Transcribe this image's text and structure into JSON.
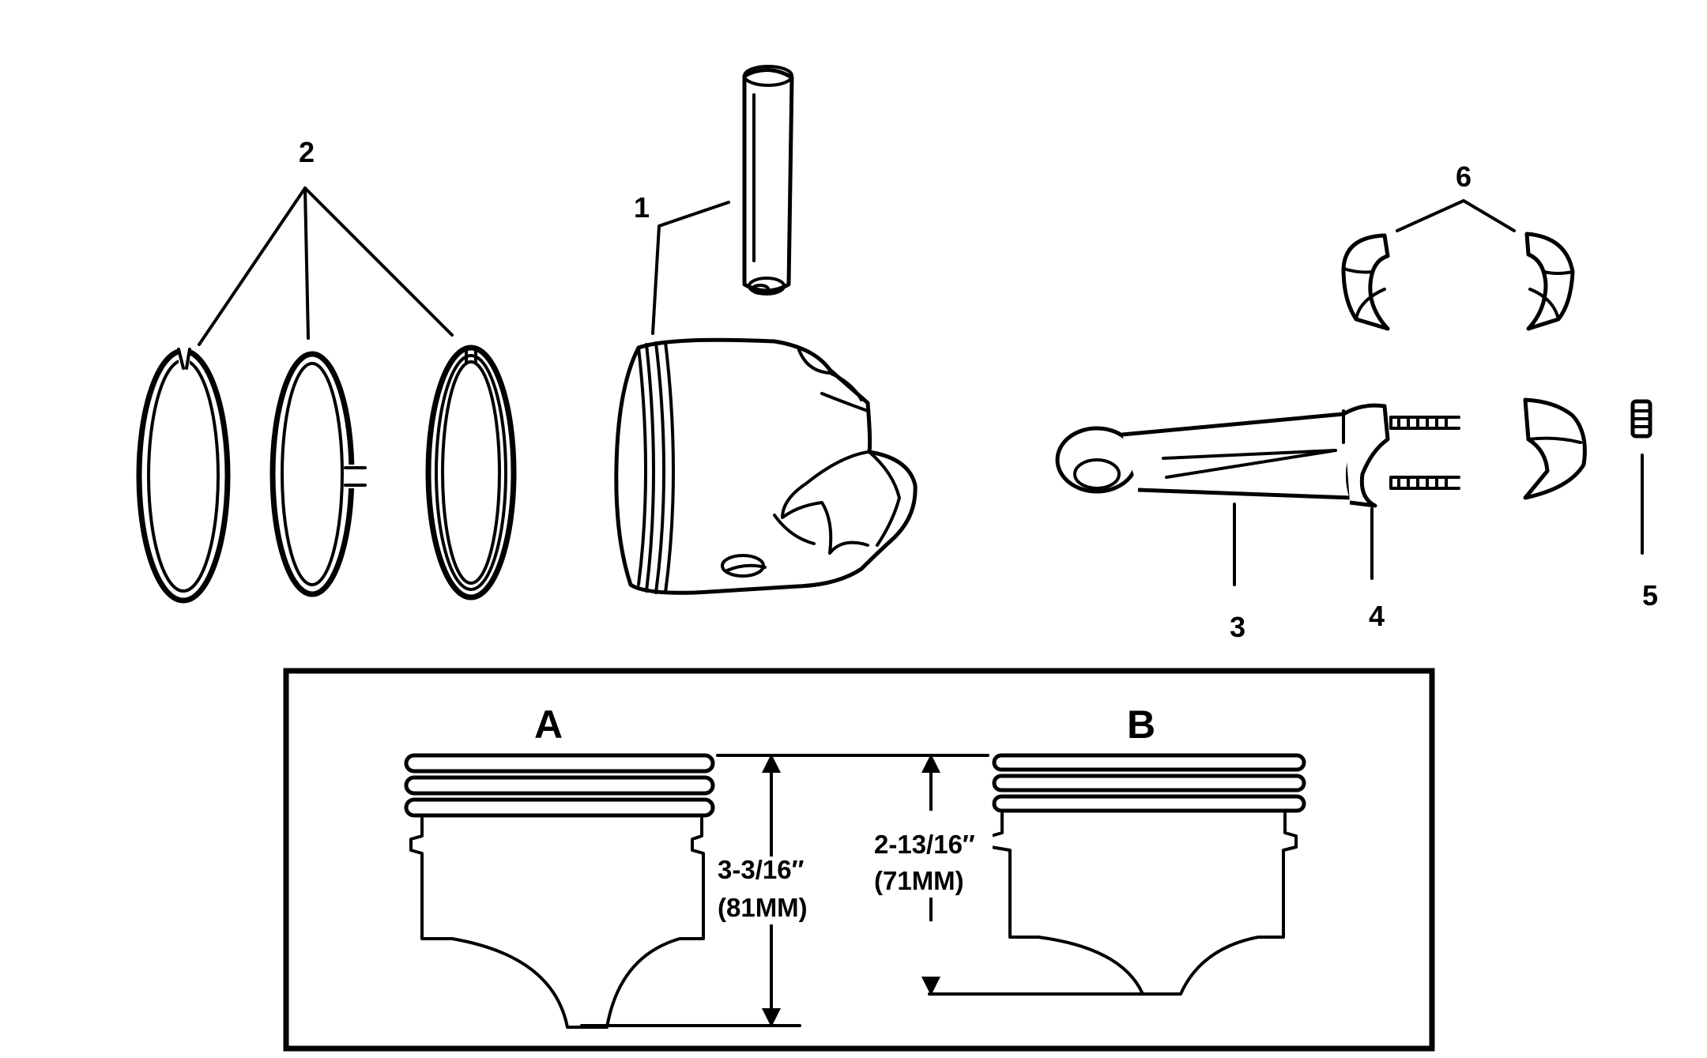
{
  "callouts": {
    "c1": "1",
    "c2": "2",
    "c3": "3",
    "c4": "4",
    "c5": "5",
    "c6": "6"
  },
  "comparison": {
    "label_a": "A",
    "label_b": "B",
    "dim_a_in": "3-3/16″",
    "dim_a_mm": "(81MM)",
    "dim_b_in": "2-13/16″",
    "dim_b_mm": "(71MM)"
  }
}
